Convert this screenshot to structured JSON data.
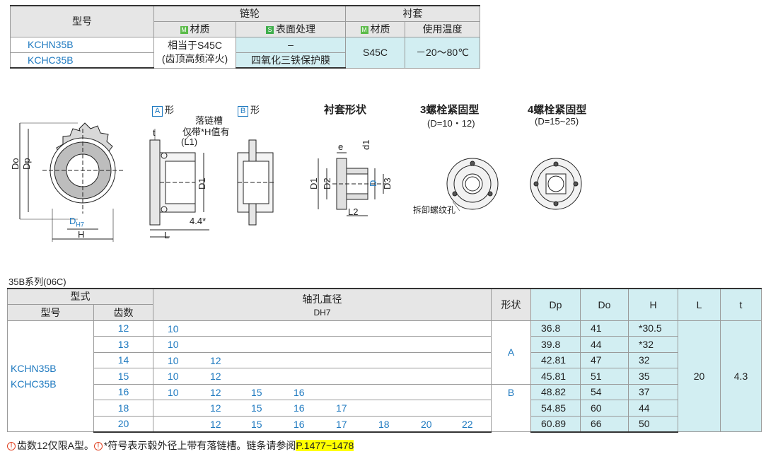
{
  "top_table": {
    "h_model": "型号",
    "h_sprocket": "链轮",
    "h_bushing": "衬套",
    "h_material": "材质",
    "h_surface": "表面处理",
    "h_material2": "材质",
    "h_temp": "使用温度",
    "badge_m": "M",
    "badge_s": "S",
    "model1": "KCHN35B",
    "model2": "KCHC35B",
    "mat1": "相当于S45C",
    "mat2": "(齿顶高频淬火)",
    "surf1": "–",
    "surf2": "四氧化三铁保护膜",
    "bush_mat": "S45C",
    "temp": "－20～80℃"
  },
  "diagram": {
    "a_box": "A",
    "a_label": "形",
    "b_box": "B",
    "b_label": "形",
    "drop_groove": "落链槽",
    "note_h": "仅带*H值有",
    "l1": "(L1)",
    "t": "t",
    "do": "Do",
    "dp": "Dp",
    "dh7": "D",
    "dh7_sub": "H7",
    "h": "H",
    "l": "L",
    "d1": "D1",
    "dim44": "4.4*",
    "bushing_shape": "衬套形状",
    "bolt3": "3螺栓紧固型",
    "bolt3_sub": "(D=10・12)",
    "bolt4": "4螺栓紧固型",
    "bolt4_sub": "(D=15~25)",
    "e": "e",
    "d1s": "d1",
    "D1b": "D1",
    "D2": "D2",
    "D": "D",
    "D3": "D3",
    "L2": "L2",
    "disassembly": "拆卸螺纹孔"
  },
  "series_label": "35B系列(06C)",
  "main_table": {
    "h_type": "型式",
    "h_model": "型号",
    "h_teeth": "齿数",
    "h_bore": "轴孔直径",
    "h_bore_sub": "DH7",
    "h_shape": "形状",
    "h_dp": "Dp",
    "h_do": "Do",
    "h_h": "H",
    "h_l": "L",
    "h_t": "t",
    "model1": "KCHN35B",
    "model2": "KCHC35B",
    "shape_a": "A",
    "shape_b": "B",
    "l_val": "20",
    "t_val": "4.3",
    "rows": [
      {
        "teeth": "12",
        "bores": [
          "10",
          "",
          "",
          "",
          "",
          "",
          "",
          ""
        ],
        "dp": "36.8",
        "do": "41",
        "h": "*30.5"
      },
      {
        "teeth": "13",
        "bores": [
          "10",
          "",
          "",
          "",
          "",
          "",
          "",
          ""
        ],
        "dp": "39.8",
        "do": "44",
        "h": "*32"
      },
      {
        "teeth": "14",
        "bores": [
          "10",
          "12",
          "",
          "",
          "",
          "",
          "",
          ""
        ],
        "dp": "42.81",
        "do": "47",
        "h": "32"
      },
      {
        "teeth": "15",
        "bores": [
          "10",
          "12",
          "",
          "",
          "",
          "",
          "",
          ""
        ],
        "dp": "45.81",
        "do": "51",
        "h": "35"
      },
      {
        "teeth": "16",
        "bores": [
          "10",
          "12",
          "15",
          "16",
          "",
          "",
          "",
          ""
        ],
        "dp": "48.82",
        "do": "54",
        "h": "37"
      },
      {
        "teeth": "18",
        "bores": [
          "",
          "12",
          "15",
          "16",
          "17",
          "",
          "",
          ""
        ],
        "dp": "54.85",
        "do": "60",
        "h": "44"
      },
      {
        "teeth": "20",
        "bores": [
          "",
          "12",
          "15",
          "16",
          "17",
          "18",
          "20",
          "22"
        ],
        "dp": "60.89",
        "do": "66",
        "h": "50"
      }
    ]
  },
  "footer": {
    "note1": "齿数12仅限A型。",
    "note2": "*符号表示毂外径上带有落链槽。链条请参阅",
    "page_ref": "P.1477~1478",
    "warn_glyph": "!"
  }
}
